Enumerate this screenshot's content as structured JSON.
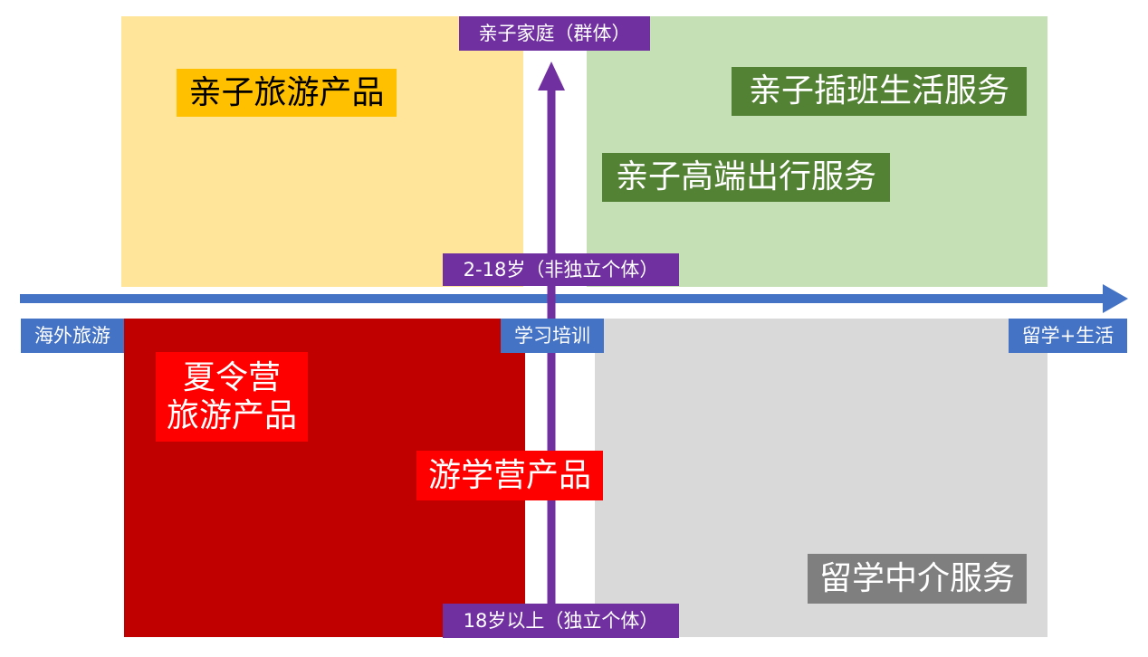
{
  "colors": {
    "quad_top_left": "#FEE599",
    "quad_top_right": "#C5E0B4",
    "quad_bottom_left": "#C00000",
    "quad_bottom_right": "#D9D9D9",
    "axis_blue": "#4472C4",
    "axis_purple": "#7030A0",
    "label_gold": "#FFC000",
    "label_green": "#548235",
    "label_red": "#FF0000",
    "label_gray": "#7F7F7F"
  },
  "axes": {
    "vertical_top": "亲子家庭（群体）",
    "vertical_upper_mid": "2-18岁（非独立个体）",
    "vertical_bottom": "18岁以上（独立个体）",
    "horizontal_left": "海外旅游",
    "horizontal_mid": "学习培训",
    "horizontal_right": "留学+生活"
  },
  "products": {
    "family_travel": "亲子旅游产品",
    "family_class_life": "亲子插班生活服务",
    "family_premium_travel": "亲子高端出行服务",
    "summer_camp_line1": "夏令营",
    "summer_camp_line2": "旅游产品",
    "study_tour": "游学营产品",
    "study_abroad_agency": "留学中介服务"
  }
}
